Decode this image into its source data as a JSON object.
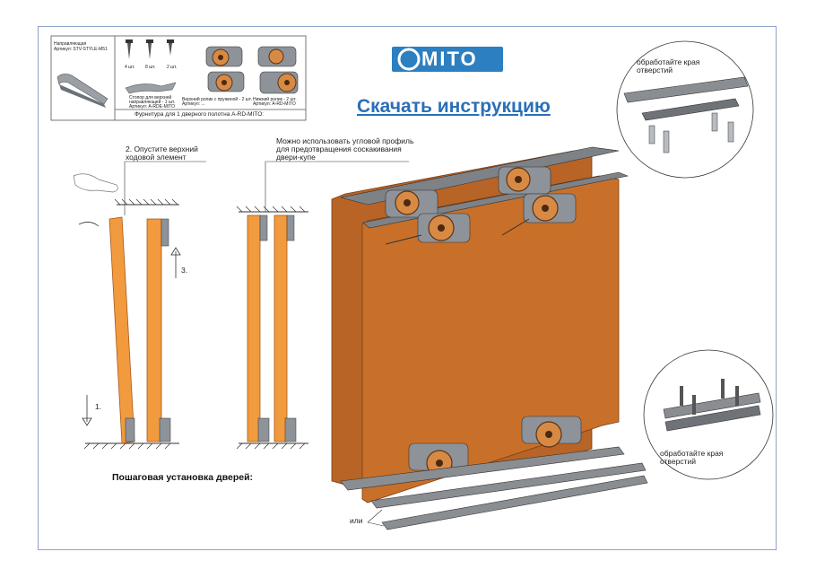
{
  "header": {
    "brand": "MITO",
    "download_link": "Скачать инструкцию"
  },
  "hardware_box": {
    "profile_label_1": "Направляющая",
    "profile_label_2": "Артикул: STV-STYLE-M51",
    "screw_counts": [
      "4 шт.",
      "8 шт.",
      "2 шт."
    ],
    "stopper_label_1": "Стопор для верхней",
    "stopper_label_2": "направляющей - 1 шт.",
    "stopper_label_3": "Артикул: A-RDE-MITO",
    "top_roller_label_1": "Верхний ролик с пружиной - 2 шт.",
    "top_roller_label_2": "Артикул: ...",
    "bottom_roller_label_1": "Нижний ролик - 2 шт.",
    "bottom_roller_label_2": "Артикул: A-RD-MITO",
    "caption": "Фурнитура для 1 дверного полотна A-RD-MITO:"
  },
  "steps": {
    "step2_line1": "2. Опустите верхний",
    "step2_line2": "ходовой элемент",
    "step1": "1.",
    "step3": "3.",
    "profile_note_line1": "Можно использовать угловой профиль",
    "profile_note_line2": "для предотвращения соскакивания",
    "profile_note_line3": "двери-купе",
    "title": "Пошаговая установка дверей:"
  },
  "callouts": {
    "top_right_line1": "обработайте края",
    "top_right_line2": "отверстий",
    "bottom_right_line1": "обработайте края",
    "bottom_right_line2": "отверстий",
    "or_label": "или"
  },
  "colors": {
    "door": "#c8702a",
    "door_light": "#f19a3e",
    "rail": "#8a8d92",
    "roller": "#d88a45",
    "accent_blue": "#2c7fc0",
    "link": "#2a6fb8"
  }
}
